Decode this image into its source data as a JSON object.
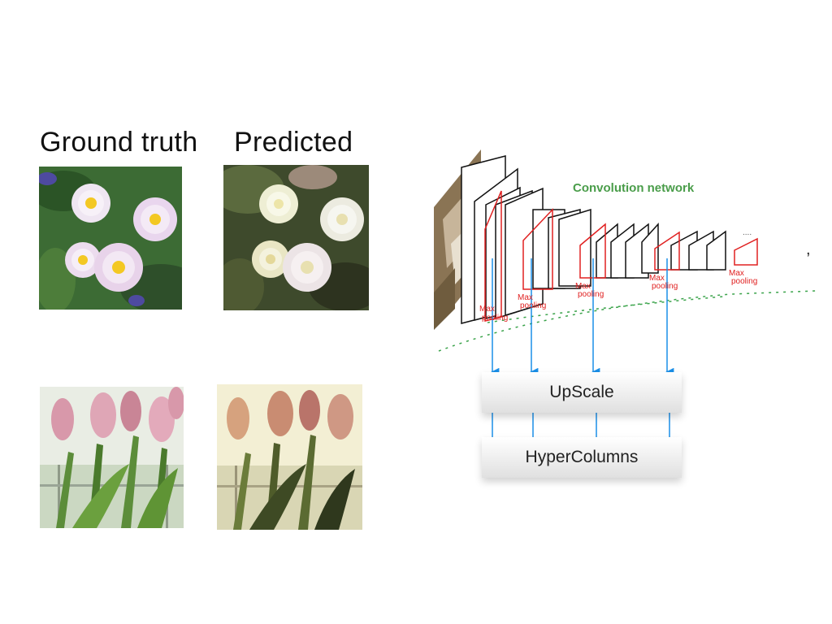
{
  "headings": {
    "ground_truth": "Ground truth",
    "predicted": "Predicted"
  },
  "network": {
    "title": "Convolution network",
    "title_color": "#4a9d4a",
    "pool_label_line1": "Max",
    "pool_label_line2": "pooling",
    "pool_color": "#e02020",
    "arrow_color": "#1a8fe8",
    "flow_color": "#3aa34a",
    "ellipsis": "....",
    "trailing_comma": ","
  },
  "boxes": {
    "upscale": "UpScale",
    "hypercolumns": "HyperColumns"
  },
  "icons": {
    "daisy_ground_truth": "daisy-photo-icon",
    "daisy_predicted": "daisy-predicted-photo-icon",
    "tulip_ground_truth": "tulip-photo-icon",
    "tulip_predicted": "tulip-predicted-photo-icon",
    "input": "dog-photo-icon"
  }
}
